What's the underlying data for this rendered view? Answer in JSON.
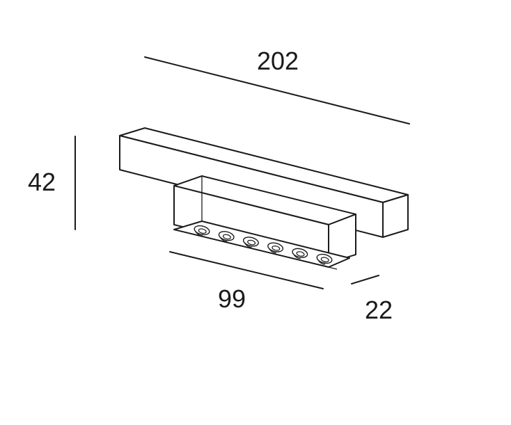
{
  "dimensions": {
    "length": "202",
    "height": "42",
    "module_length": "99",
    "depth": "22"
  },
  "colors": {
    "line": "#1a1a1a",
    "background": "#ffffff"
  }
}
